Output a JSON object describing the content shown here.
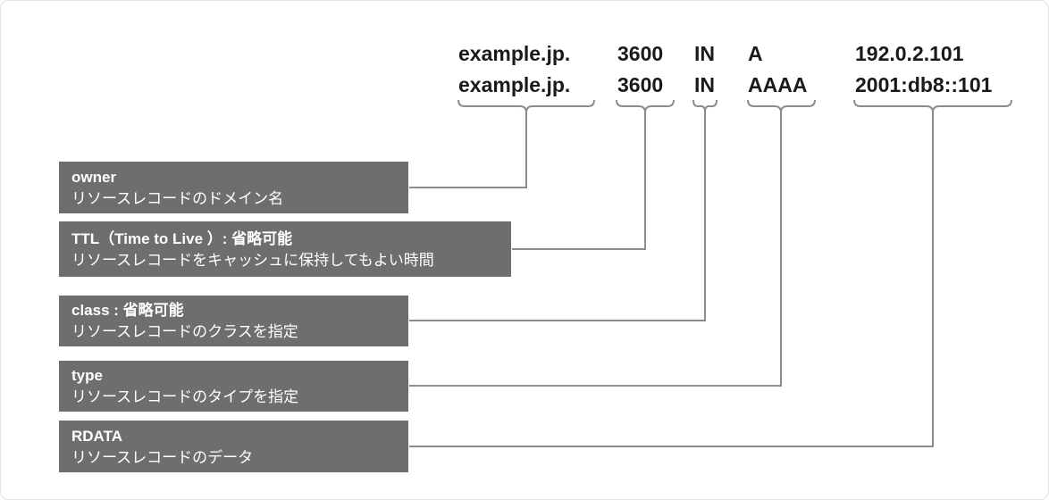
{
  "diagram": {
    "records": [
      {
        "owner": "example.jp.",
        "ttl": "3600",
        "class": "IN",
        "type": "A",
        "rdata": "192.0.2.101"
      },
      {
        "owner": "example.jp.",
        "ttl": "3600",
        "class": "IN",
        "type": "AAAA",
        "rdata": "2001:db8::101"
      }
    ],
    "labels": {
      "owner": {
        "title": "owner",
        "desc": "リソースレコードのドメイン名"
      },
      "ttl": {
        "title": "TTL（Time to Live ）: 省略可能",
        "desc": "リソースレコードをキャッシュに保持してもよい時間"
      },
      "class": {
        "title": "class : 省略可能",
        "desc": "リソースレコードのクラスを指定"
      },
      "type": {
        "title": "type",
        "desc": "リソースレコードのタイプを指定"
      },
      "rdata": {
        "title": "RDATA",
        "desc": "リソースレコードのデータ"
      }
    },
    "colors": {
      "label_box_background": "#6e6e6e",
      "label_box_text": "#ffffff",
      "record_text": "#1a1a1a",
      "connector_line": "#8c8c8c"
    }
  }
}
